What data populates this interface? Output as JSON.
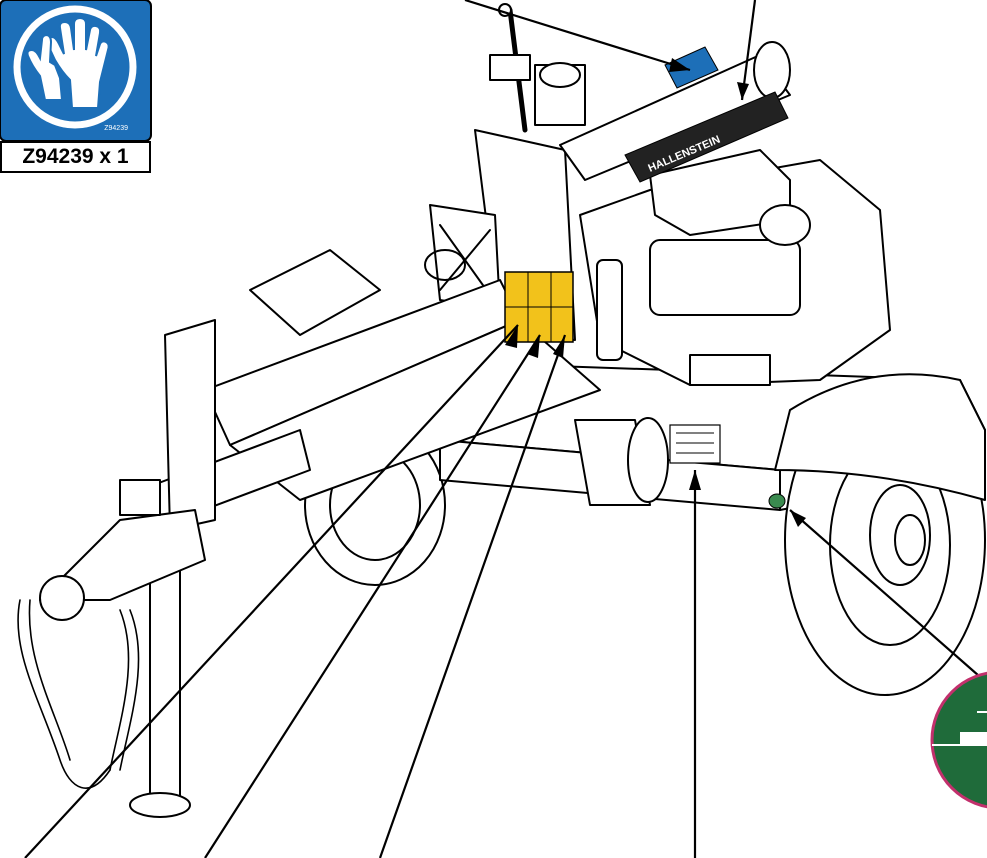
{
  "decal_callout": {
    "part_number": "Z94239",
    "label": "Z94239 x 1",
    "icon": "gloves-icon"
  },
  "machine": {
    "brand_text": "HALLENSTEIN"
  },
  "colors": {
    "decal_blue": "#1d6fb8",
    "warning_yellow": "#f2c21b",
    "grease_green": "#1f6b3a",
    "outline": "#000000"
  }
}
